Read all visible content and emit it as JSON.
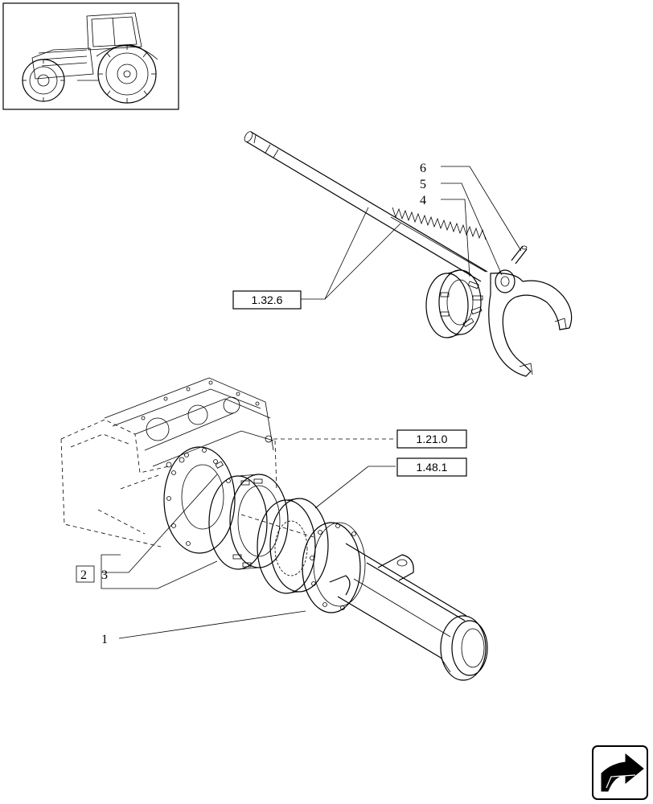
{
  "callouts": {
    "c1": "1",
    "c2": "2",
    "c3": "3",
    "c4": "4",
    "c5": "5",
    "c6": "6"
  },
  "references": {
    "r1": "1.32.6",
    "r2": "1.21.0",
    "r3": "1.48.1"
  },
  "icons": {
    "thumbnail": "tractor-thumbnail-icon",
    "nav": "next-page-arrow-icon"
  }
}
